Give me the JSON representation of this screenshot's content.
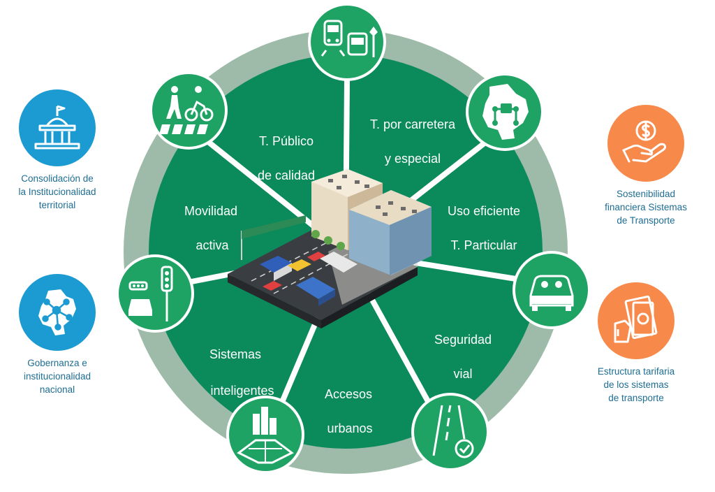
{
  "colors": {
    "ring": "#9dbba8",
    "wheel": "#0b8a5c",
    "node": "#1fa364",
    "spoke": "#ffffff",
    "blue": "#1b9bd2",
    "orange": "#f7894a",
    "side_text": "#1e6d93"
  },
  "wheel": {
    "segments": [
      {
        "label_line1": "T. Público",
        "label_line2": "de calidad"
      },
      {
        "label_line1": "T. por carretera",
        "label_line2": "y especial"
      },
      {
        "label_line1": "Uso eficiente",
        "label_line2": "T. Particular"
      },
      {
        "label_line1": "Seguridad",
        "label_line2": "vial"
      },
      {
        "label_line1": "Accesos",
        "label_line2": "urbanos"
      },
      {
        "label_line1": "Sistemas",
        "label_line2": "inteligentes"
      },
      {
        "label_line1": "Movilidad",
        "label_line2": "activa"
      }
    ],
    "nodes": [
      {
        "icon": "train-bus-icon"
      },
      {
        "icon": "colombia-map-network-icon"
      },
      {
        "icon": "car-passengers-icon"
      },
      {
        "icon": "road-check-icon"
      },
      {
        "icon": "city-map-icon"
      },
      {
        "icon": "traffic-light-car-icon"
      },
      {
        "icon": "pedestrian-bicycle-icon"
      }
    ]
  },
  "left_items": [
    {
      "label": "Consolidación de\nla Institucionalidad\nterritorial",
      "icon": "government-building-icon"
    },
    {
      "label": "Gobernanza e\ninstitucionalidad\nnacional",
      "icon": "colombia-network-icon"
    }
  ],
  "right_items": [
    {
      "label": "Sostenibilidad\nfinanciera Sistemas\nde Transporte",
      "icon": "hand-coin-icon"
    },
    {
      "label": "Estructura tarifaria\nde los sistemas\nde transporte",
      "icon": "hand-money-icon"
    }
  ]
}
